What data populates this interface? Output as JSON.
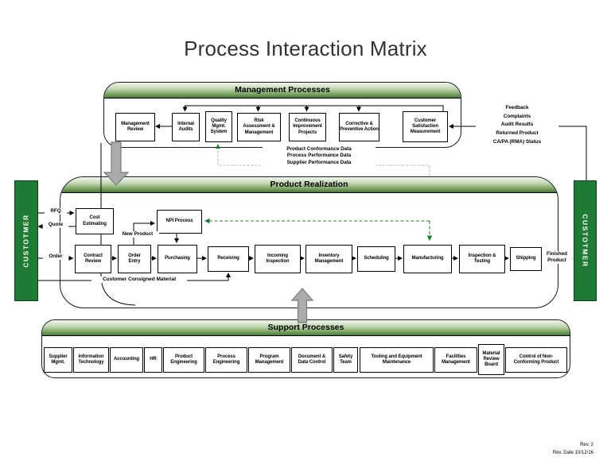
{
  "title": "Process Interaction Matrix",
  "colors": {
    "header_green": "#4b7a3b",
    "customer_bar_green": "#1e7b33",
    "dashed_light_green": "#a3c2a3",
    "dashed_dark_green": "#2e7d32",
    "gray_arrow": "#ababab",
    "line": "#000000"
  },
  "management": {
    "header": "Management Processes",
    "boxes": [
      {
        "label": "Management\nReview"
      },
      {
        "label": "Internal\nAudits"
      },
      {
        "label": "Quality\nMgmt.\nSystem"
      },
      {
        "label": "Risk\nAssessment &\nManagement"
      },
      {
        "label": "Continuous\nImprovement\nProjects"
      },
      {
        "label": "Corrective &\nPreventive Action"
      },
      {
        "label": "Customer\nSatisfaction\nMeasurement"
      }
    ]
  },
  "feedback_labels": "Feedback\nComplaints\nAudit Results\nReturned Product\nCA/PA (RMA) Status",
  "data_flow_labels": "Product Conformance Data\nProcess Performance Data\nSupplier Performance Data",
  "realization": {
    "header": "Product Realization",
    "side_boxes": [
      {
        "label": "Cost\nEstimating"
      },
      {
        "label": "NPI Process"
      }
    ],
    "flow_boxes": [
      {
        "label": "Contract\nReview"
      },
      {
        "label": "Order\nEntry"
      },
      {
        "label": "Purchasing"
      },
      {
        "label": "Receiving"
      },
      {
        "label": "Incoming\nInspection"
      },
      {
        "label": "Inventory\nManagement"
      },
      {
        "label": "Scheduling"
      },
      {
        "label": "Manufacturing"
      },
      {
        "label": "Inspection &\nTesting"
      },
      {
        "label": "Shipping"
      }
    ],
    "labels": {
      "rfq": "RFQ",
      "quote": "Quote",
      "order": "Order",
      "new_product": "New Product",
      "consigned": "Customer Consigned Material",
      "finished": "Finished\nProduct"
    }
  },
  "support": {
    "header": "Support Processes",
    "boxes": [
      {
        "label": "Supplier\nMgmt."
      },
      {
        "label": "Information\nTechnology"
      },
      {
        "label": "Accounting"
      },
      {
        "label": "HR"
      },
      {
        "label": "Product\nEngineering"
      },
      {
        "label": "Process\nEngineering"
      },
      {
        "label": "Program\nManagement"
      },
      {
        "label": "Document &\nData Control"
      },
      {
        "label": "Safety\nTeam"
      },
      {
        "label": "Tooling and Equipment\nMaintenance"
      },
      {
        "label": "Facilities\nManagement"
      },
      {
        "label": "Material\nReview\nBoard"
      },
      {
        "label": "Control of Non-\nConforming Product"
      }
    ]
  },
  "customer_left": "CUSTOTMER",
  "customer_right": "CUSTOTMER",
  "revision": "Rev. 2\nRev. Date 10/12/16"
}
